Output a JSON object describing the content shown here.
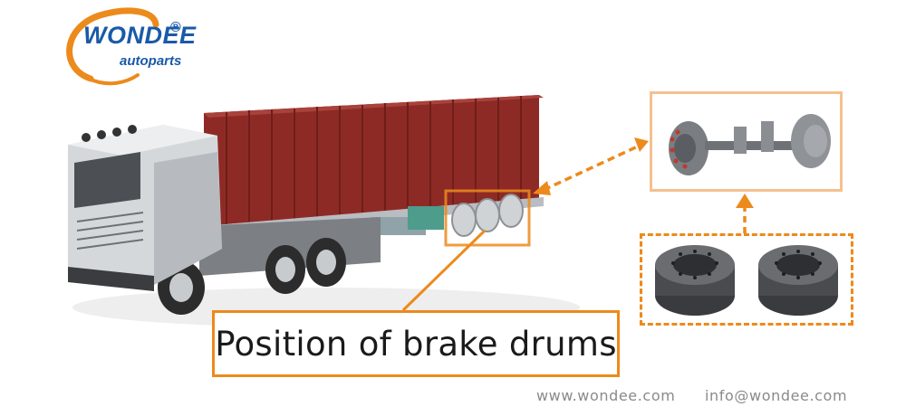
{
  "logo": {
    "brand": "WONDEE",
    "registered": "®",
    "sub": "autoparts"
  },
  "caption": "Position of brake drums",
  "contact": {
    "website": "www.wondee.com",
    "email": "info@wondee.com"
  },
  "icons": [
    "logo-swoosh-icon",
    "truck-illustration",
    "axle-illustration",
    "brake-drum-icon"
  ],
  "colors": {
    "accent": "#ec8a1c",
    "accent_light": "#f5c08f",
    "brand": "#1a5aa8",
    "container": "#8e2a25",
    "text_gray": "#8a8a8a"
  }
}
